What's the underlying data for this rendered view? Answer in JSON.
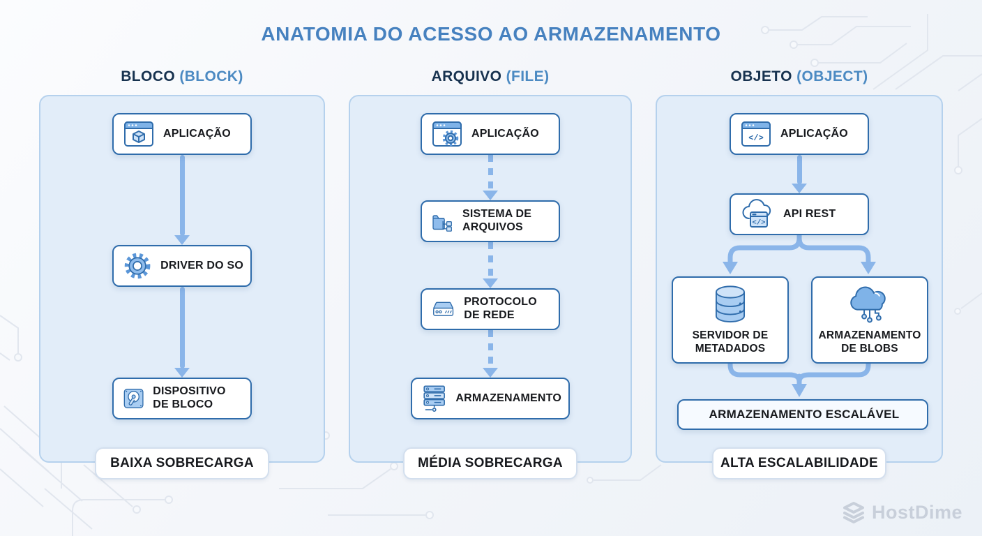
{
  "title": "ANATOMIA DO ACESSO AO ARMAZENAMENTO",
  "columns": [
    {
      "heading": {
        "main": "BLOCO",
        "sub": "(BLOCK)"
      },
      "arrow_style": "solid",
      "nodes": [
        {
          "label": "APLICAÇÃO",
          "icon": "app-window-cube-icon"
        },
        {
          "label": "DRIVER DO SO",
          "icon": "gear-icon"
        },
        {
          "label": "DISPOSITIVO DE BLOCO",
          "icon": "hard-drive-icon"
        }
      ],
      "footer": "BAIXA SOBRECARGA"
    },
    {
      "heading": {
        "main": "ARQUIVO",
        "sub": "(FILE)"
      },
      "arrow_style": "dashed",
      "nodes": [
        {
          "label": "APLICAÇÃO",
          "icon": "app-window-gear-icon"
        },
        {
          "label": "SISTEMA DE ARQUIVOS",
          "icon": "folder-tree-icon"
        },
        {
          "label": "PROTOCOLO DE REDE",
          "icon": "network-device-icon"
        },
        {
          "label": "ARMAZENAMENTO",
          "icon": "server-stack-icon"
        }
      ],
      "footer": "MÉDIA SOBRECARGA"
    },
    {
      "heading": {
        "main": "OBJETO",
        "sub": "(OBJECT)"
      },
      "arrow_style": "solid",
      "nodes": [
        {
          "label": "APLICAÇÃO",
          "icon": "app-window-code-icon"
        },
        {
          "label": "API REST",
          "icon": "cloud-code-icon"
        },
        {
          "label": "SERVIDOR DE METADADOS",
          "icon": "database-icon"
        },
        {
          "label": "ARMAZENAMENTO DE BLOBS",
          "icon": "cloud-nodes-icon"
        },
        {
          "label": "ARMAZENAMENTO ESCALÁVEL",
          "icon": null
        }
      ],
      "footer": "ALTA ESCALABILIDADE"
    }
  ],
  "branding": {
    "logo_text": "HostDime"
  },
  "colors": {
    "title": "#4681bf",
    "heading_main": "#17324f",
    "heading_sub": "#4c8ac2",
    "panel_fill": "#e2edf9",
    "panel_border": "#b5d1ed",
    "box_border": "#2f6cab",
    "arrow": "#8ab5e9",
    "label_text": "#17191d",
    "brand_gray": "#c8cfda"
  }
}
